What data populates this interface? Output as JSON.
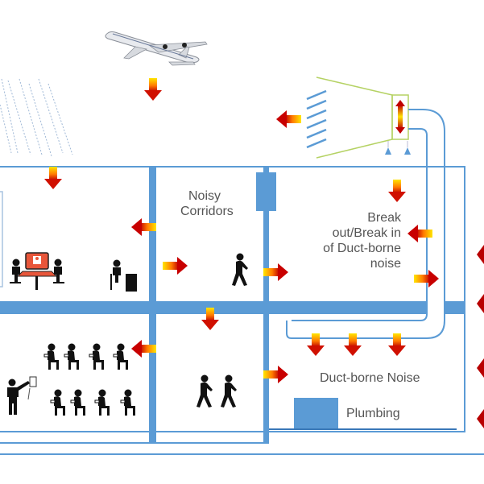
{
  "diagram": {
    "title": "Building noise sources",
    "labels": {
      "noisy_corridors": [
        "Noisy",
        "Corridors"
      ],
      "break_out": [
        "Break",
        "out/Break in",
        "of Duct-borne",
        "noise"
      ],
      "duct_borne_noise": "Duct-borne Noise",
      "plumbing": "Plumbing"
    },
    "icons": [
      "airplane-icon",
      "rain-icon",
      "hvac-unit-icon",
      "meeting-icon",
      "desk-worker-icon",
      "walking-person-icon",
      "walking-pair-icon",
      "classroom-icon",
      "presenter-icon"
    ],
    "colors": {
      "wall": "#5b9bd5",
      "duct": "#5b9bd5",
      "hvac_outline": "#b5d264",
      "arrow_start": "#ffe600",
      "arrow_end": "#cc0000",
      "text": "#555555",
      "monitor": "#e8563a"
    }
  }
}
